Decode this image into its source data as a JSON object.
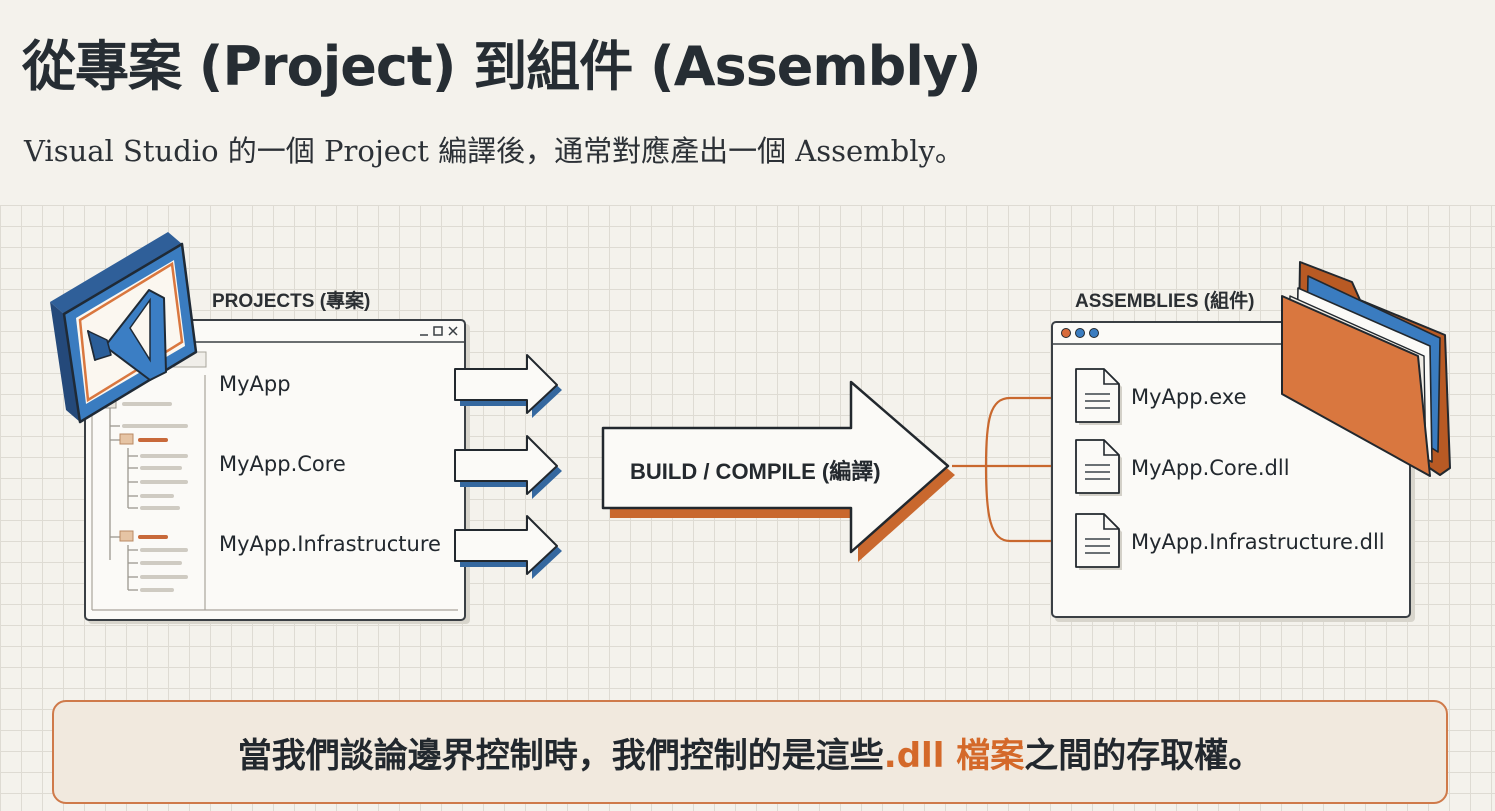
{
  "header": {
    "title": "從專案 (Project) 到組件 (Assembly)",
    "subtitle": "Visual Studio 的一個 Project 編譯後，通常對應產出一個 Assembly。"
  },
  "projects": {
    "label": "PROJECTS (專案)",
    "items": [
      "MyApp",
      "MyApp.Core",
      "MyApp.Infrastructure"
    ]
  },
  "build": {
    "label": "BUILD / COMPILE (編譯)"
  },
  "assemblies": {
    "label": "ASSEMBLIES (組件)",
    "items": [
      "MyApp.exe",
      "MyApp.Core.dll",
      "MyApp.Infrastructure.dll"
    ]
  },
  "callout": {
    "text_before": "當我們談論邊界控制時，我們控制的是這些 ",
    "highlight": ".dll 檔案",
    "text_after": "之間的存取權。"
  },
  "icons": {
    "visual_studio": "visual-studio-logo-icon",
    "folder": "folder-icon",
    "file": "file-icon",
    "arrow": "arrow-right-icon"
  },
  "colors": {
    "accent_orange": "#d4692a",
    "accent_blue": "#3a7cc0",
    "ink": "#22282e",
    "background": "#f4f2ec"
  }
}
